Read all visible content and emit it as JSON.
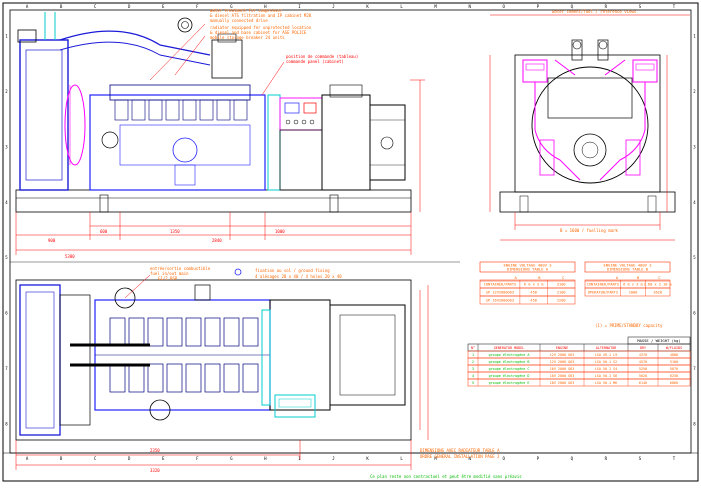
{
  "colors": {
    "background": "#ffffff",
    "frame": "#000000",
    "engine": "#2222ff",
    "engine_dark": "#000080",
    "alternator": "#000000",
    "radiator": "#1b1bd8",
    "accent_pink": "#ff00ff",
    "dim_red": "#ff0000",
    "cyan": "#00cccc",
    "green": "#00bb00",
    "note_orange": "#ff6600",
    "table_border": "#ff3300"
  },
  "border": {
    "columns": [
      "A",
      "B",
      "C",
      "D",
      "E",
      "F",
      "G",
      "H",
      "I",
      "J",
      "K",
      "L",
      "M",
      "N",
      "O",
      "P",
      "Q",
      "R",
      "S",
      "T"
    ],
    "rows": [
      "1",
      "2",
      "3",
      "4",
      "5",
      "6",
      "7",
      "8"
    ]
  },
  "side_view": {
    "notes": [
      "water treatment for compressor",
      "& diesel ATS filtration and IP cabinet M20",
      "manually connected drive",
      "radiator equipped for unprotected location",
      "& diesel and base cabinet for ASE POLICE",
      "mobile storage breaker 24 units"
    ],
    "panel_label": [
      "position de commande (tableau)",
      "commande panel (cabinet)"
    ],
    "dims_horizontal": [
      "900",
      "600",
      "1350",
      "2840",
      "1000"
    ],
    "dims_total": "5380"
  },
  "end_view": {
    "top_label": "water cement/fuel / reference views",
    "bottom_dim": "B = 1600 / fuelling mark"
  },
  "plan_view": {
    "notes_left": [
      "entrée/sortie combustible",
      "fuel in/out main",
      "G1/2 BSP"
    ],
    "notes_right": [
      "fixation au sol / ground fixing",
      "4 alésages 20 x 40 / 4 holes 20 x 40"
    ],
    "dims_bottom": [
      "2350",
      "3320"
    ]
  },
  "table_left": {
    "title": [
      "ENGINE VOLTAGE 400V 3",
      "DIMENSIONS TABLE A"
    ],
    "header_cols": [
      "A",
      "B",
      "C"
    ],
    "rows": [
      [
        "CONTAINER/PARTS",
        "6 m x 3 m",
        "3100"
      ],
      [
        "SP 12V2000G63",
        "450",
        "2100"
      ],
      [
        "SP 16V2000G63",
        "450",
        "2200"
      ]
    ]
  },
  "table_right": {
    "title": [
      "ENGINE VOLTAGE 400V 3",
      "DIMENSIONS TABLE B"
    ],
    "header_cols": [
      "A",
      "B",
      "C"
    ],
    "rows": [
      [
        "CONTAINER/PARTS",
        "6 m x 3 m",
        "2.60 x 2.10 m"
      ],
      [
        "OPERATOR/PARTS",
        "1000",
        "2620"
      ]
    ],
    "note": "(1) = PRIME/STANDBY capacity"
  },
  "main_table": {
    "group_header": "MASSE / WEIGHT (kg)",
    "headers": [
      "N°",
      "GENERATOR MODEL",
      "ENGINE",
      "ALTERNATOR",
      "DRY",
      "W/FLUIDS"
    ],
    "rows": [
      [
        "1",
        "groupe électrogène A",
        "12V 2000 G63",
        "LSA 49.1 L9",
        "4370",
        "4880"
      ],
      [
        "2",
        "groupe électrogène B",
        "12V 2000 G63",
        "LSA 50.1 S2",
        "4570",
        "5160"
      ],
      [
        "3",
        "groupe électrogène C",
        "16V 2000 G63",
        "LSA 50.1 S4",
        "5250",
        "5870"
      ],
      [
        "4",
        "groupe électrogène D",
        "16V 2000 G63",
        "LSA 50.1 S6",
        "5620",
        "6250"
      ],
      [
        "5",
        "groupe électrogène E",
        "18V 2000 G63",
        "LSA 50.1 M6",
        "6140",
        "6860"
      ]
    ]
  },
  "footer_note": [
    "DIMENSIONS AVEC RADIATEUR TABLE A",
    "ORDRE GENERAL INSTALLATION PAGE 2"
  ],
  "footer_green": "Ce plan reste non contractuel et peut être modifié sans préavis"
}
